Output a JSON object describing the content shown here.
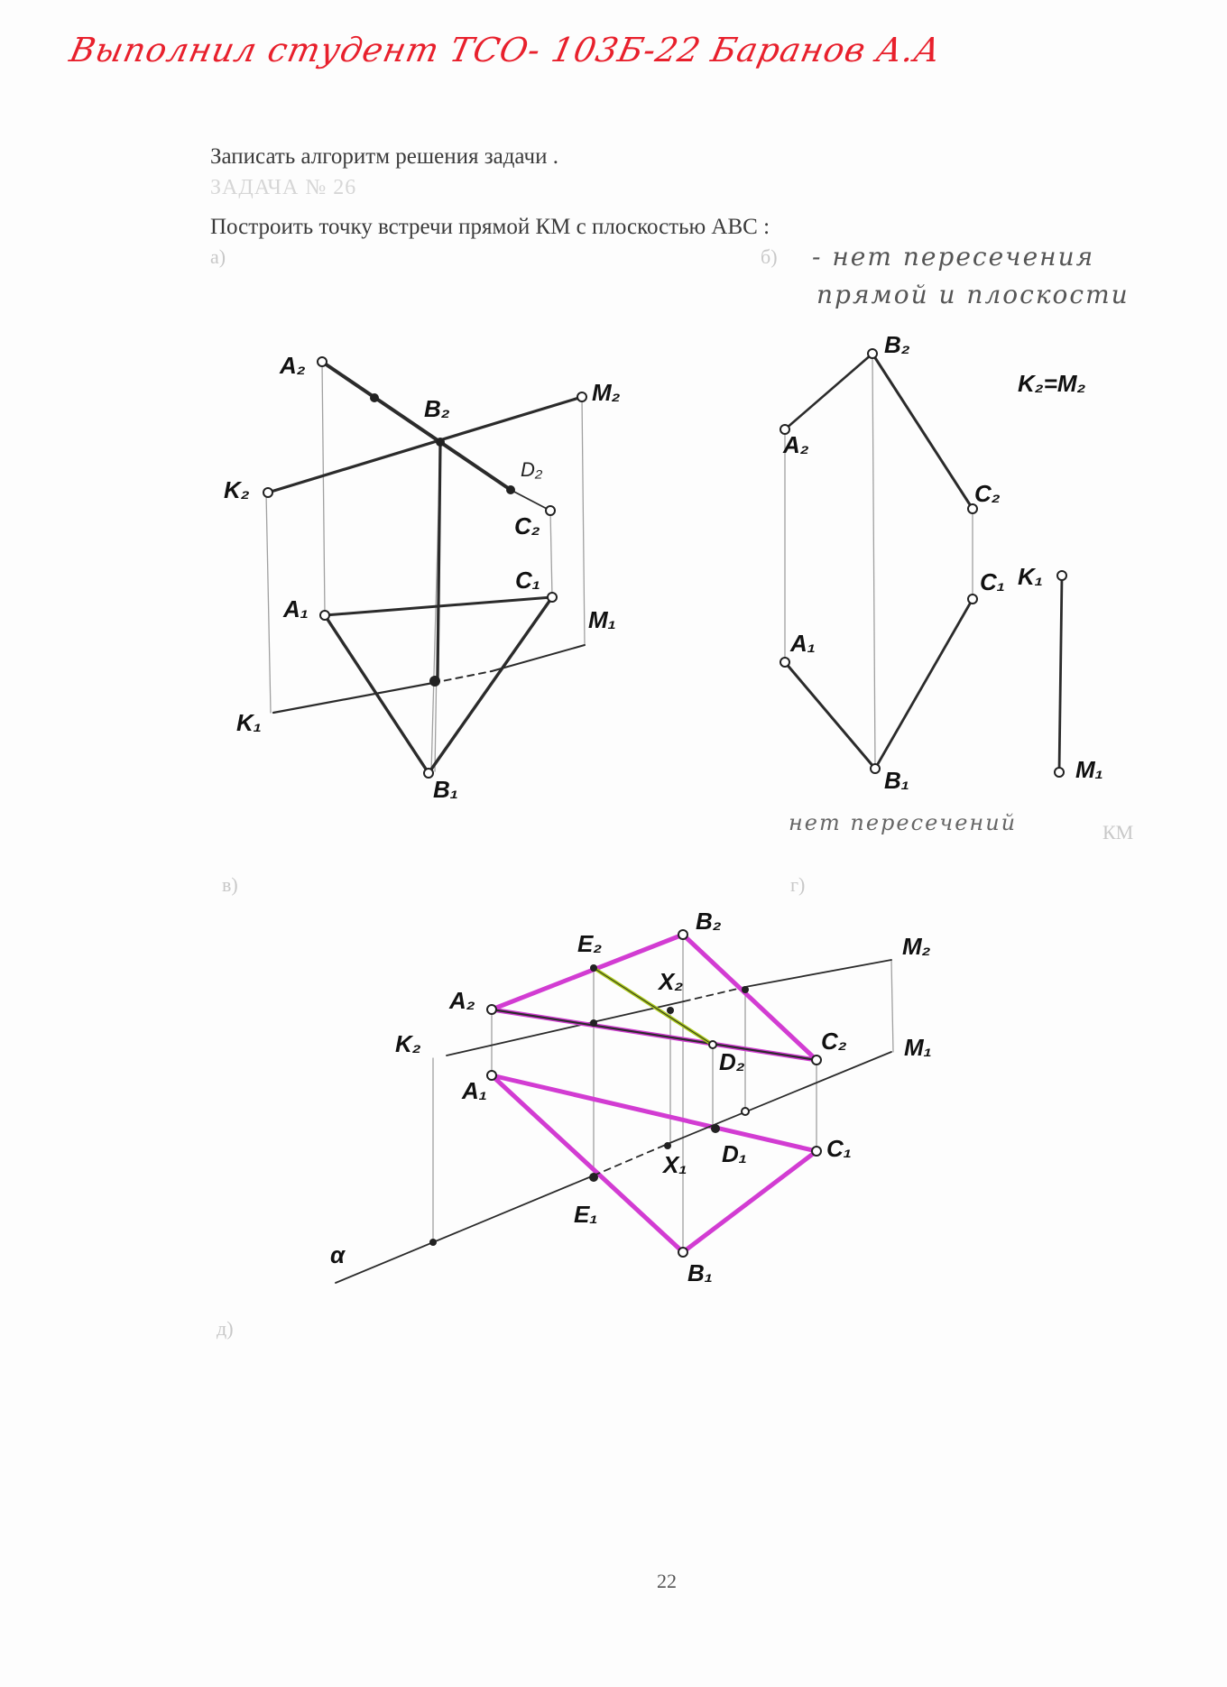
{
  "header": {
    "student_note": "Выполнил студент ТСО- 103Б-22 Баранов А.А"
  },
  "task": {
    "instruction": "Записать алгоритм решения задачи .",
    "struck_title": "ЗАДАЧА № 26",
    "statement": "Построить точку встречи прямой КМ с плоскостью АВС :"
  },
  "sections": {
    "a": "а)",
    "b": "б)",
    "v": "в)",
    "g": "г)",
    "d": "д)"
  },
  "notes": {
    "b_line1": "- нет пересечения",
    "b_line2": "прямой и плоскости",
    "b_bottom": "нет пересечений",
    "b_ghost": "КМ"
  },
  "labels": {
    "a": {
      "A2": "A₂",
      "B2": "B₂",
      "M2": "M₂",
      "K2": "K₂",
      "D2": "D₂",
      "C2": "C₂",
      "C1": "C₁",
      "A1": "A₁",
      "M1": "M₁",
      "K1": "K₁",
      "B1": "B₁"
    },
    "b": {
      "B2": "B₂",
      "K2M2": "K₂=M₂",
      "A2": "A₂",
      "C2": "C₂",
      "C1": "C₁",
      "K1": "K₁",
      "A1": "A₁",
      "B1": "B₁",
      "M1": "M₁"
    },
    "v": {
      "E2": "E₂",
      "B2": "B₂",
      "M2": "M₂",
      "X2": "X₂",
      "A2": "A₂",
      "K2": "K₂",
      "C2": "C₂",
      "M1": "M₁",
      "D2": "D₂",
      "A1": "A₁",
      "C1": "C₁",
      "D1": "D₁",
      "X1": "X₁",
      "E1": "E₁",
      "B1": "B₁",
      "alpha": "α"
    }
  },
  "colors": {
    "student_note": "#e8202c",
    "triangle_outline": "#d23cd2",
    "auxiliary_line": "#a8c814",
    "pencil": "#2b2b2b",
    "projection_line": "#9a9a9a"
  },
  "page": {
    "number": "22"
  }
}
